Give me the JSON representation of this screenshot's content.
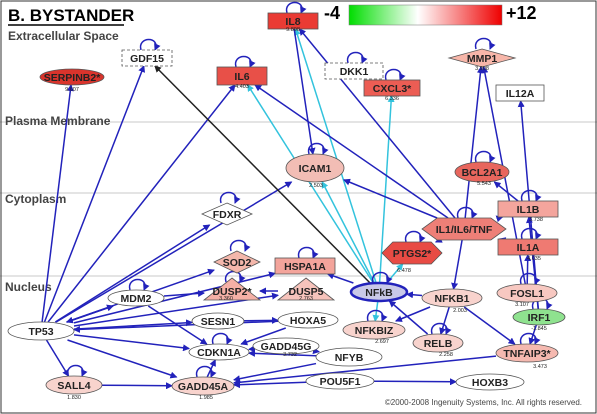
{
  "title": "B. BYSTANDER",
  "scale": {
    "min_label": "-4",
    "max_label": "+12",
    "low_color": "#00dd00",
    "mid_color": "#ffffff",
    "high_color": "#ee0000"
  },
  "sections": [
    "Extracellular Space",
    "Plasma Membrane",
    "Cytoplasm",
    "Nucleus"
  ],
  "copyright": "©2000-2008 Ingenuity Systems, Inc. All rights reserved.",
  "colors": {
    "edge": "#2222bb",
    "highlight_edge": "#33c3dd",
    "black_edge": "#222222",
    "separator": "#c8c8c8"
  },
  "nodes": [
    {
      "id": "SERPINB2",
      "label": "SERPINB2*",
      "value": "9.607",
      "shape": "ellipse",
      "fill": "#d9342c"
    },
    {
      "id": "GDF15",
      "label": "GDF15",
      "value": "",
      "shape": "dashed-rect",
      "fill": "#ffffff"
    },
    {
      "id": "IL8",
      "label": "IL8",
      "value": "9.808",
      "shape": "rect",
      "fill": "#ea3b34"
    },
    {
      "id": "IL6",
      "label": "IL6",
      "value": "4.403",
      "shape": "rect",
      "fill": "#e85048"
    },
    {
      "id": "DKK1",
      "label": "DKK1",
      "value": "",
      "shape": "dashed-rect",
      "fill": "#ffffff"
    },
    {
      "id": "CXCL3",
      "label": "CXCL3*",
      "value": "6.336",
      "shape": "rect",
      "fill": "#ec5d54"
    },
    {
      "id": "MMP1",
      "label": "MMP1",
      "value": "3.908",
      "shape": "diamond",
      "fill": "#f7b6a9"
    },
    {
      "id": "IL12A",
      "label": "IL12A",
      "value": "",
      "shape": "rect",
      "fill": "#ffffff"
    },
    {
      "id": "ICAM1",
      "label": "ICAM1",
      "value": "2.503",
      "shape": "ellipse",
      "fill": "#f2bdb5"
    },
    {
      "id": "BCL2A1",
      "label": "BCL2A1",
      "value": "5.543",
      "shape": "ellipse",
      "fill": "#e8665d"
    },
    {
      "id": "FDXR",
      "label": "FDXR",
      "value": "",
      "shape": "diamond",
      "fill": "#ffffff"
    },
    {
      "id": "IL1B",
      "label": "IL1B",
      "value": "3.738",
      "shape": "rect",
      "fill": "#f4a59d"
    },
    {
      "id": "IL1IL6TNF",
      "label": "IL1/IL6/TNF",
      "value": "",
      "shape": "hexagon",
      "fill": "#ee7f77"
    },
    {
      "id": "SOD2",
      "label": "SOD2",
      "value": "",
      "shape": "diamond",
      "fill": "#f4b7ab"
    },
    {
      "id": "PTGS2",
      "label": "PTGS2*",
      "value": "6.478",
      "shape": "hexagon",
      "fill": "#e84b44"
    },
    {
      "id": "HSPA1A",
      "label": "HSPA1A",
      "value": "",
      "shape": "rect",
      "fill": "#f3a49b"
    },
    {
      "id": "IL1A",
      "label": "IL1A",
      "value": "4.035",
      "shape": "rect",
      "fill": "#ef7a72"
    },
    {
      "id": "DUSP2",
      "label": "DUSP2*",
      "value": "3.360",
      "shape": "triangle",
      "fill": "#f4b0a6"
    },
    {
      "id": "DUSP5",
      "label": "DUSP5",
      "value": "2.763",
      "shape": "triangle",
      "fill": "#f6c3bb"
    },
    {
      "id": "NFKB",
      "label": "NFkB",
      "value": "",
      "shape": "ellipse",
      "fill": "#c9c9e8"
    },
    {
      "id": "NFKB1",
      "label": "NFKB1",
      "value": "2.003",
      "shape": "ellipse",
      "fill": "#f8d3cd"
    },
    {
      "id": "FOSL1",
      "label": "FOSL1",
      "value": "3.107",
      "shape": "ellipse",
      "fill": "#f7c8c1"
    },
    {
      "id": "MDM2",
      "label": "MDM2",
      "value": "",
      "shape": "ellipse",
      "fill": "#ffffff"
    },
    {
      "id": "IRF1",
      "label": "IRF1",
      "value": "-1.845",
      "shape": "ellipse",
      "fill": "#8fe28f"
    },
    {
      "id": "TP53",
      "label": "TP53",
      "value": "",
      "shape": "ellipse",
      "fill": "#ffffff"
    },
    {
      "id": "SESN1",
      "label": "SESN1",
      "value": "",
      "shape": "ellipse",
      "fill": "#ffffff"
    },
    {
      "id": "HOXA5",
      "label": "HOXA5",
      "value": "",
      "shape": "ellipse",
      "fill": "#ffffff"
    },
    {
      "id": "NFKBIZ",
      "label": "NFKBIZ",
      "value": "2.697",
      "shape": "ellipse",
      "fill": "#f8d3cd"
    },
    {
      "id": "RELB",
      "label": "RELB",
      "value": "2.258",
      "shape": "ellipse",
      "fill": "#f8d3cd"
    },
    {
      "id": "CDKN1A",
      "label": "CDKN1A",
      "value": "",
      "shape": "ellipse",
      "fill": "#ffffff"
    },
    {
      "id": "GADD45G",
      "label": "GADD45G",
      "value": "3.732",
      "shape": "ellipse",
      "fill": "#ffffff"
    },
    {
      "id": "NFYB",
      "label": "NFYB",
      "value": "",
      "shape": "ellipse",
      "fill": "#ffffff"
    },
    {
      "id": "TNFAIP3",
      "label": "TNFAIP3*",
      "value": "3.473",
      "shape": "ellipse",
      "fill": "#f5b9b0"
    },
    {
      "id": "SALL4",
      "label": "SALL4",
      "value": "1.830",
      "shape": "ellipse",
      "fill": "#f8d3cd"
    },
    {
      "id": "GADD45A",
      "label": "GADD45A",
      "value": "1.985",
      "shape": "ellipse",
      "fill": "#f8d3cd"
    },
    {
      "id": "POU5F1",
      "label": "POU5F1",
      "value": "",
      "shape": "ellipse",
      "fill": "#ffffff"
    },
    {
      "id": "HOXB3",
      "label": "HOXB3",
      "value": "",
      "shape": "ellipse",
      "fill": "#ffffff"
    }
  ],
  "edges": [
    {
      "from": "TP53",
      "to": "SERPINB2",
      "type": "blue"
    },
    {
      "from": "TP53",
      "to": "GDF15",
      "type": "blue"
    },
    {
      "from": "TP53",
      "to": "IL6",
      "type": "blue"
    },
    {
      "from": "TP53",
      "to": "ICAM1",
      "type": "blue"
    },
    {
      "from": "TP53",
      "to": "FDXR",
      "type": "blue"
    },
    {
      "from": "TP53",
      "to": "SOD2",
      "type": "blue"
    },
    {
      "from": "TP53",
      "to": "MDM2",
      "type": "blue"
    },
    {
      "from": "TP53",
      "to": "SESN1",
      "type": "blue"
    },
    {
      "from": "TP53",
      "to": "CDKN1A",
      "type": "blue"
    },
    {
      "from": "TP53",
      "to": "GADD45A",
      "type": "blue"
    },
    {
      "from": "TP53",
      "to": "SALL4",
      "type": "blue"
    },
    {
      "from": "TP53",
      "to": "DUSP5",
      "type": "blue"
    },
    {
      "from": "TP53",
      "to": "HSPA1A",
      "type": "blue"
    },
    {
      "from": "NFKB",
      "to": "GDF15",
      "type": "black"
    },
    {
      "from": "NFKB",
      "to": "IL8",
      "type": "cyan"
    },
    {
      "from": "NFKB",
      "to": "IL6",
      "type": "cyan"
    },
    {
      "from": "NFKB",
      "to": "CXCL3",
      "type": "cyan"
    },
    {
      "from": "NFKB",
      "to": "ICAM1",
      "type": "cyan"
    },
    {
      "from": "NFKB",
      "to": "PTGS2",
      "type": "cyan"
    },
    {
      "from": "NFKB",
      "to": "NFKBIZ",
      "type": "cyan"
    },
    {
      "from": "NFKB",
      "to": "HSPA1A",
      "type": "blue"
    },
    {
      "from": "IL1IL6TNF",
      "to": "ICAM1",
      "type": "blue"
    },
    {
      "from": "IL1IL6TNF",
      "to": "IL1B",
      "type": "blue"
    },
    {
      "from": "IL1IL6TNF",
      "to": "IL1A",
      "type": "blue"
    },
    {
      "from": "IL1IL6TNF",
      "to": "PTGS2",
      "type": "blue"
    },
    {
      "from": "IL1IL6TNF",
      "to": "IL6",
      "type": "blue"
    },
    {
      "from": "IL1IL6TNF",
      "to": "MMP1",
      "type": "blue"
    },
    {
      "from": "IL1IL6TNF",
      "to": "IL8",
      "type": "blue"
    },
    {
      "from": "IL1IL6TNF",
      "to": "NFKB1",
      "type": "blue"
    },
    {
      "from": "NFKB1",
      "to": "NFKB",
      "type": "blue"
    },
    {
      "from": "NFKB1",
      "to": "RELB",
      "type": "blue"
    },
    {
      "from": "NFKB1",
      "to": "TNFAIP3",
      "type": "blue"
    },
    {
      "from": "NFKB1",
      "to": "NFKBIZ",
      "type": "blue"
    },
    {
      "from": "FOSL1",
      "to": "MMP1",
      "type": "blue"
    },
    {
      "from": "FOSL1",
      "to": "IL1A",
      "type": "blue"
    },
    {
      "from": "IRF1",
      "to": "IL12A",
      "type": "blue"
    },
    {
      "from": "IRF1",
      "to": "IL1B",
      "type": "blue"
    },
    {
      "from": "IRF1",
      "to": "TNFAIP3",
      "type": "blue"
    },
    {
      "from": "IL1B",
      "to": "BCL2A1",
      "type": "blue"
    },
    {
      "from": "IL8",
      "to": "ICAM1",
      "type": "blue"
    },
    {
      "from": "MDM2",
      "to": "DUSP2",
      "type": "blue"
    },
    {
      "from": "MDM2",
      "to": "TP53",
      "type": "blue"
    },
    {
      "from": "MDM2",
      "to": "CDKN1A",
      "type": "blue"
    },
    {
      "from": "HOXA5",
      "to": "TP53",
      "type": "blue"
    },
    {
      "from": "HOXA5",
      "to": "CDKN1A",
      "type": "blue"
    },
    {
      "from": "NFYB",
      "to": "GADD45A",
      "type": "blue"
    },
    {
      "from": "NFYB",
      "to": "GADD45G",
      "type": "blue"
    },
    {
      "from": "NFYB",
      "to": "CDKN1A",
      "type": "blue"
    },
    {
      "from": "GADD45G",
      "to": "CDKN1A",
      "type": "blue"
    },
    {
      "from": "GADD45A",
      "to": "CDKN1A",
      "type": "blue"
    },
    {
      "from": "POU5F1",
      "to": "GADD45A",
      "type": "blue"
    },
    {
      "from": "POU5F1",
      "to": "HOXB3",
      "type": "blue"
    },
    {
      "from": "SALL4",
      "to": "GADD45A",
      "type": "blue"
    },
    {
      "from": "TNFAIP3",
      "to": "GADD45A",
      "type": "blue"
    },
    {
      "from": "RELB",
      "to": "NFKB",
      "type": "blue"
    },
    {
      "from": "DUSP5",
      "to": "DUSP2",
      "type": "blue"
    },
    {
      "from": "SESN1",
      "to": "HOXA5",
      "type": "blue"
    }
  ]
}
